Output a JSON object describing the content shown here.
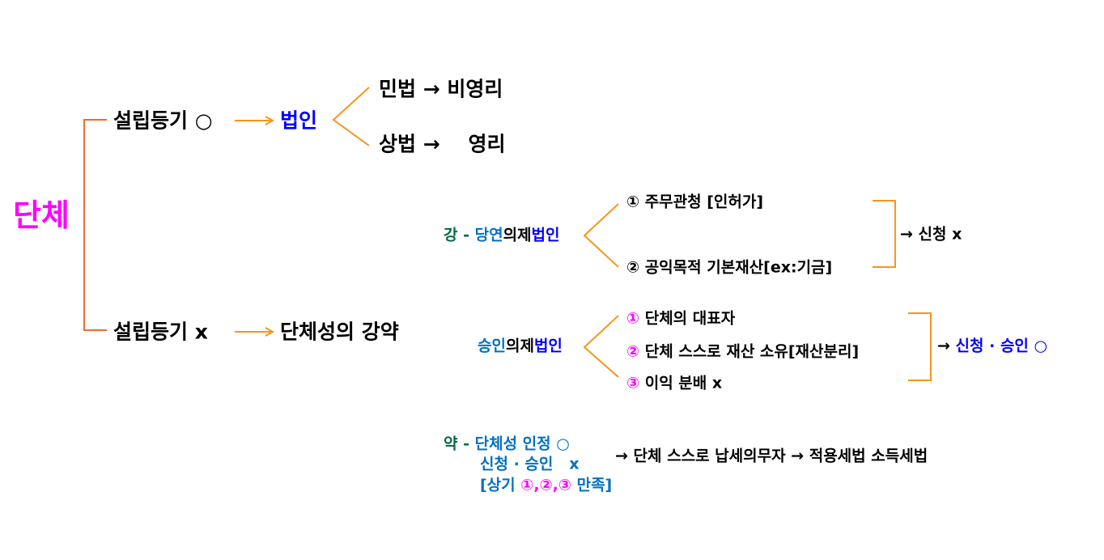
{
  "colors": {
    "orange": "#f7941d",
    "red_orange": "#f06a30",
    "magenta": "#ff00ff",
    "blue": "#0000ff",
    "sky": "#0070c0",
    "green": "#006b3c"
  },
  "root": "단체",
  "branch1": {
    "label": "설립등기 ○",
    "result": "법인",
    "civil": "민법 → 비영리",
    "commercial": "상법 →    영리"
  },
  "branch2": {
    "label": "설립등기 x",
    "result": "단체성의 강약"
  },
  "strong": {
    "prefix": "강 - ",
    "part1": "당연",
    "part2": "의제",
    "part3": "법인",
    "items": [
      "① 주무관청 [인허가]",
      "② 공익목적 기본재산[ex:기금]"
    ],
    "outcome": "→ 신청 x"
  },
  "approval": {
    "part1": "승인",
    "part2": "의제",
    "part3": "법인",
    "items": [
      {
        "num": "①",
        "text": " 단체의 대표자"
      },
      {
        "num": "②",
        "text": " 단체 스스로 재산 소유[재산분리]"
      },
      {
        "num": "③",
        "text": " 이익 분배 x"
      }
    ],
    "outcome_arrow": "→ ",
    "outcome": "신청 · 승인 ○"
  },
  "weak": {
    "prefix": "약 - ",
    "line1": "단체성 인정 ○",
    "line2": "신청 · 승인   x",
    "line3_a": "[상기 ",
    "line3_b": "①,②,③",
    "line3_c": " 만족]",
    "outcome": "→ 단체 스스로 납세의무자 → 적용세법 소득세법"
  }
}
